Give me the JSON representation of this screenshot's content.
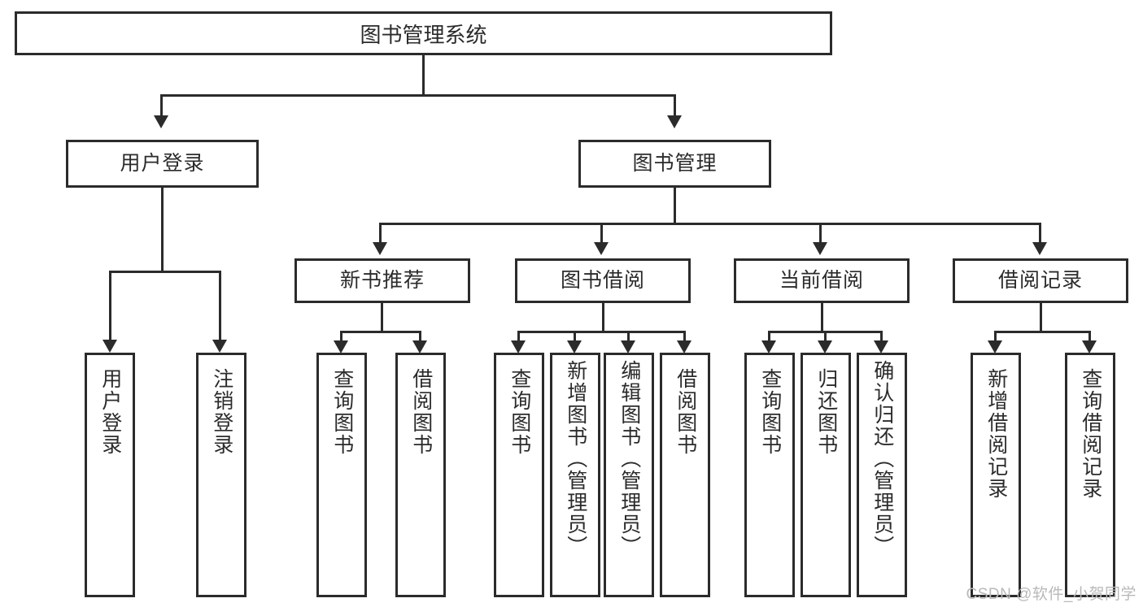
{
  "diagram": {
    "type": "tree",
    "title": "图书管理系统",
    "orientation": "top-down",
    "colors": {
      "box_border": "#2b2b2b",
      "box_fill": "#ffffff",
      "text": "#2b2b2b",
      "connector": "#2b2b2b",
      "watermark": "#b9b9b9"
    },
    "root": {
      "label": "图书管理系统"
    },
    "level2": [
      {
        "label": "用户登录"
      },
      {
        "label": "图书管理"
      }
    ],
    "level3": [
      {
        "label": "新书推荐"
      },
      {
        "label": "图书借阅"
      },
      {
        "label": "当前借阅"
      },
      {
        "label": "借阅记录"
      }
    ],
    "leaves": {
      "user_login": [
        {
          "label": "用户登录"
        },
        {
          "label": "注销登录"
        }
      ],
      "new_book_recommend": [
        {
          "label": "查询图书"
        },
        {
          "label": "借阅图书"
        }
      ],
      "book_borrow": [
        {
          "label": "查询图书"
        },
        {
          "label": "新增图书（管理员）"
        },
        {
          "label": "编辑图书（管理员）"
        },
        {
          "label": "借阅图书"
        }
      ],
      "current_borrow": [
        {
          "label": "查询图书"
        },
        {
          "label": "归还图书"
        },
        {
          "label": "确认归还（管理员）"
        }
      ],
      "borrow_records": [
        {
          "label": "新增借阅记录"
        },
        {
          "label": "查询借阅记录"
        }
      ]
    }
  },
  "watermark": {
    "text": "CSDN @软件_小贺同学"
  }
}
